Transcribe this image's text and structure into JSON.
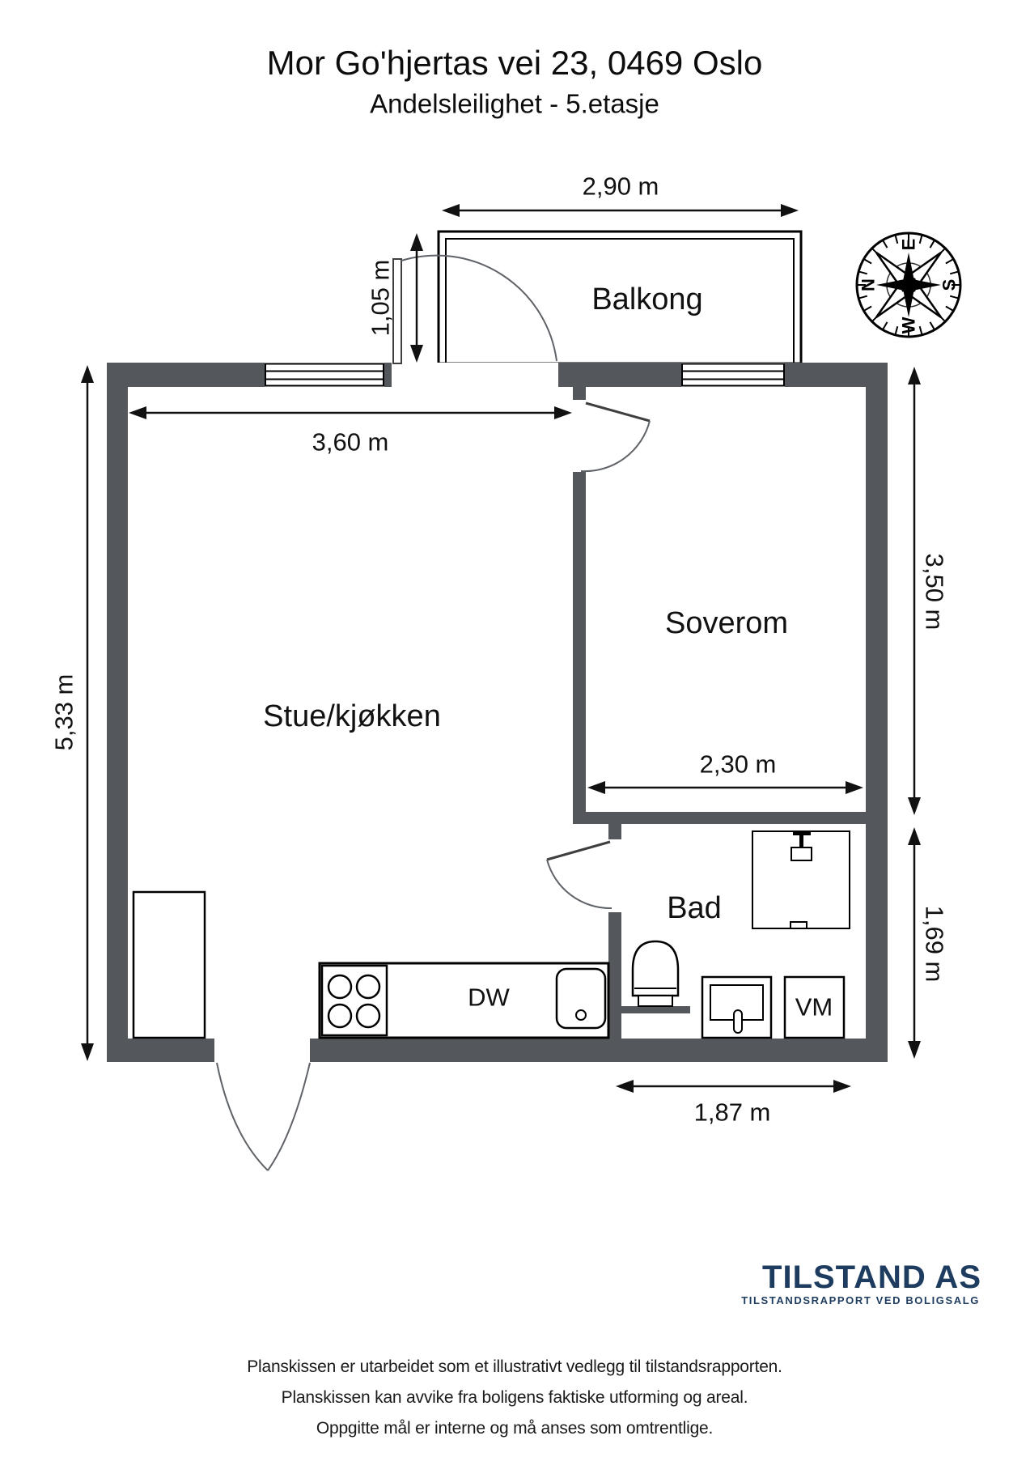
{
  "header": {
    "title": "Mor Go'hjertas vei 23, 0469 Oslo",
    "subtitle": "Andelsleilighet - 5.etasje"
  },
  "rooms": {
    "balcony": "Balkong",
    "living_kitchen": "Stue/kjøkken",
    "bedroom": "Soverom",
    "bathroom": "Bad"
  },
  "appliances": {
    "dishwasher": "DW",
    "washing_machine": "VM"
  },
  "dimensions": {
    "balcony_width": "2,90 m",
    "balcony_depth": "1,05 m",
    "living_width": "3,60 m",
    "apartment_height": "5,33 m",
    "bedroom_height": "3,50 m",
    "bedroom_width": "2,30 m",
    "bathroom_height": "1,69 m",
    "bathroom_width": "1,87 m"
  },
  "compass": {
    "n": "N",
    "e": "E",
    "s": "S",
    "w": "W"
  },
  "logo": {
    "name": "TILSTAND AS",
    "tagline": "TILSTANDSRAPPORT VED BOLIGSALG"
  },
  "footer": {
    "line1": "Planskissen er utarbeidet som et illustrativt vedlegg til tilstandsrapporten.",
    "line2": "Planskissen kan avvike fra boligens faktiske utforming og areal.",
    "line3": "Oppgitte mål er interne og må anses som omtrentlige."
  },
  "colors": {
    "wall": "#54575B",
    "line": "#111111",
    "logo_navy": "#1D3C5F"
  }
}
